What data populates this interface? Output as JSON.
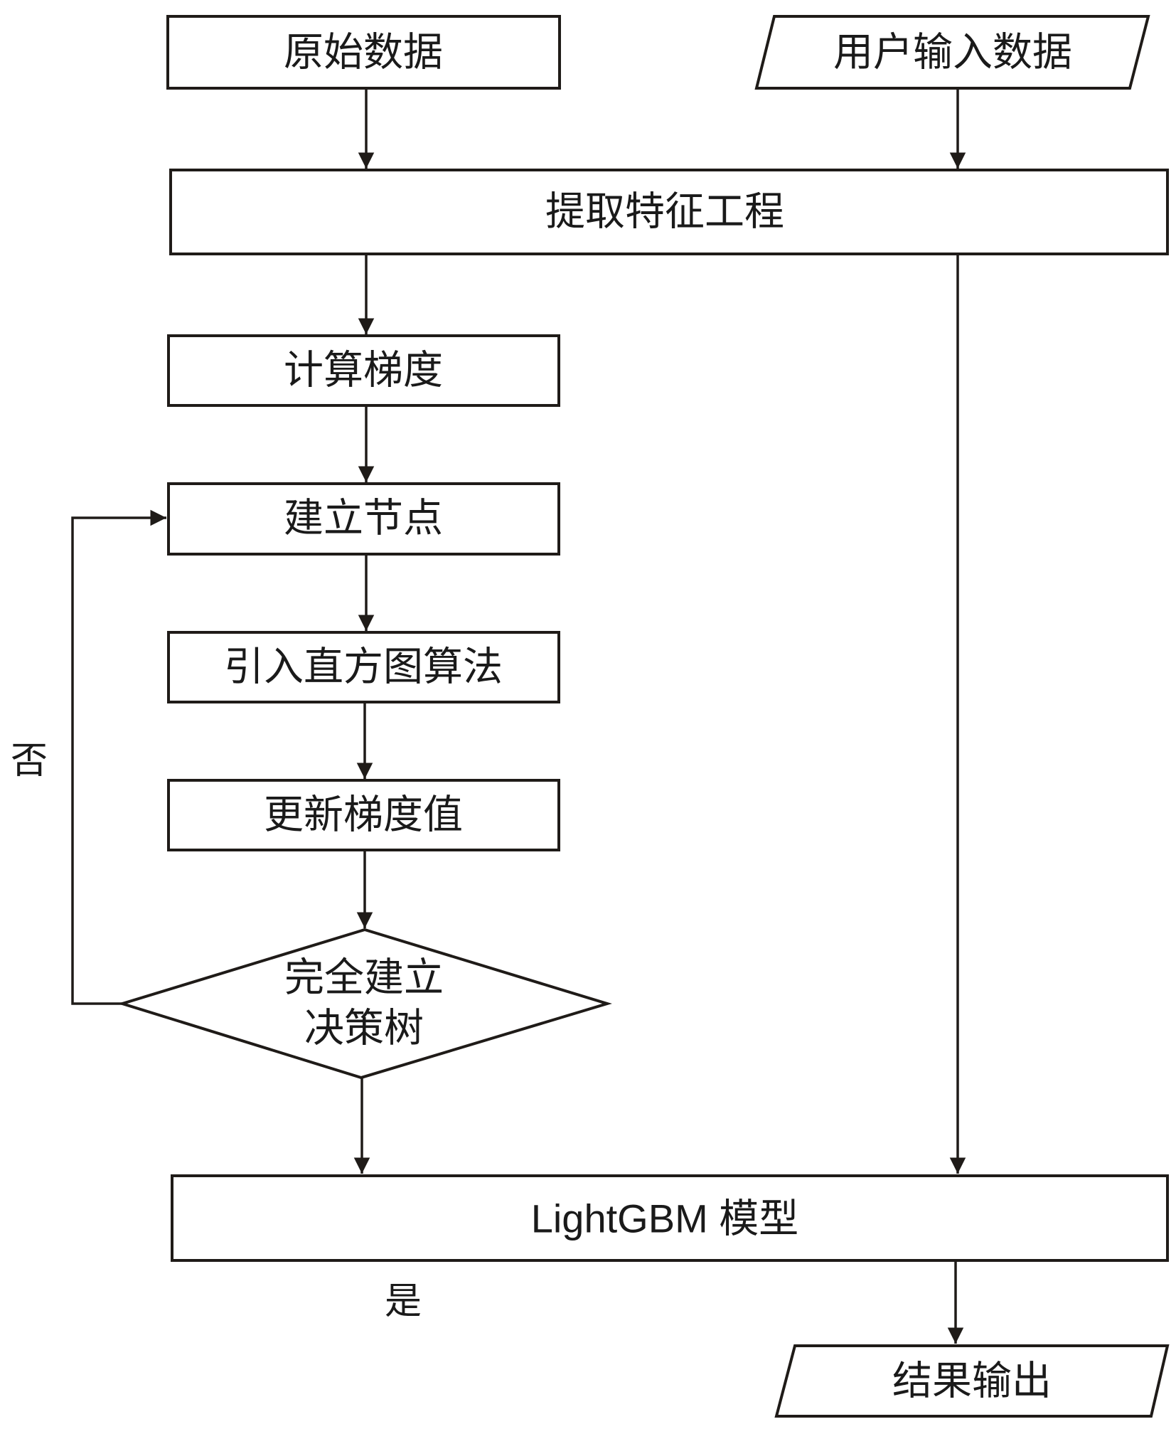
{
  "diagram": {
    "type": "flowchart",
    "nodes": [
      {
        "id": "raw_data",
        "shape": "rect",
        "label": "原始数据"
      },
      {
        "id": "user_input",
        "shape": "parallelogram",
        "label": "用户输入数据"
      },
      {
        "id": "feature_eng",
        "shape": "rect",
        "label": "提取特征工程"
      },
      {
        "id": "calc_grad",
        "shape": "rect",
        "label": "计算梯度"
      },
      {
        "id": "build_node",
        "shape": "rect",
        "label": "建立节点"
      },
      {
        "id": "histogram",
        "shape": "rect",
        "label": "引入直方图算法"
      },
      {
        "id": "update_grad",
        "shape": "rect",
        "label": "更新梯度值"
      },
      {
        "id": "decision",
        "shape": "diamond",
        "label_lines": [
          "完全建立",
          "决策树"
        ]
      },
      {
        "id": "lgbm",
        "shape": "rect",
        "label": "LightGBM 模型"
      },
      {
        "id": "output",
        "shape": "parallelogram",
        "label": "结果输出"
      }
    ],
    "edges": [
      {
        "from": "raw_data",
        "to": "feature_eng"
      },
      {
        "from": "user_input",
        "to": "feature_eng"
      },
      {
        "from": "feature_eng",
        "to": "calc_grad"
      },
      {
        "from": "feature_eng",
        "to": "lgbm"
      },
      {
        "from": "calc_grad",
        "to": "build_node"
      },
      {
        "from": "build_node",
        "to": "histogram"
      },
      {
        "from": "histogram",
        "to": "update_grad"
      },
      {
        "from": "update_grad",
        "to": "decision"
      },
      {
        "from": "decision",
        "to": "build_node",
        "label": "否"
      },
      {
        "from": "decision",
        "to": "lgbm",
        "label": "是"
      },
      {
        "from": "lgbm",
        "to": "output"
      }
    ],
    "edge_labels": {
      "no": "否",
      "yes": "是"
    }
  }
}
